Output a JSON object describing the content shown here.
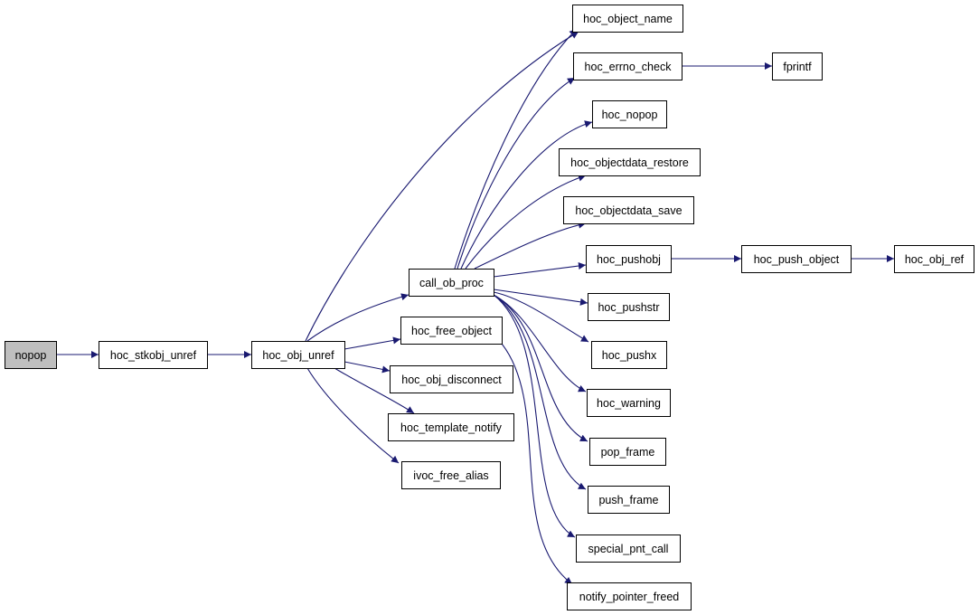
{
  "graph": {
    "edge_color": "#191970",
    "root_fill": "#bfbfbf",
    "nodes": [
      {
        "id": "nopop",
        "label": "nopop",
        "root": true
      },
      {
        "id": "hoc_stkobj_unref",
        "label": "hoc_stkobj_unref"
      },
      {
        "id": "hoc_obj_unref",
        "label": "hoc_obj_unref"
      },
      {
        "id": "call_ob_proc",
        "label": "call_ob_proc"
      },
      {
        "id": "hoc_free_object",
        "label": "hoc_free_object"
      },
      {
        "id": "hoc_obj_disconnect",
        "label": "hoc_obj_disconnect"
      },
      {
        "id": "hoc_template_notify",
        "label": "hoc_template_notify"
      },
      {
        "id": "ivoc_free_alias",
        "label": "ivoc_free_alias"
      },
      {
        "id": "hoc_object_name",
        "label": "hoc_object_name"
      },
      {
        "id": "hoc_errno_check",
        "label": "hoc_errno_check"
      },
      {
        "id": "fprintf",
        "label": "fprintf"
      },
      {
        "id": "hoc_nopop",
        "label": "hoc_nopop"
      },
      {
        "id": "hoc_objectdata_restore",
        "label": "hoc_objectdata_restore"
      },
      {
        "id": "hoc_objectdata_save",
        "label": "hoc_objectdata_save"
      },
      {
        "id": "hoc_pushobj",
        "label": "hoc_pushobj"
      },
      {
        "id": "hoc_push_object",
        "label": "hoc_push_object"
      },
      {
        "id": "hoc_obj_ref",
        "label": "hoc_obj_ref"
      },
      {
        "id": "hoc_pushstr",
        "label": "hoc_pushstr"
      },
      {
        "id": "hoc_pushx",
        "label": "hoc_pushx"
      },
      {
        "id": "hoc_warning",
        "label": "hoc_warning"
      },
      {
        "id": "pop_frame",
        "label": "pop_frame"
      },
      {
        "id": "push_frame",
        "label": "push_frame"
      },
      {
        "id": "special_pnt_call",
        "label": "special_pnt_call"
      },
      {
        "id": "notify_pointer_freed",
        "label": "notify_pointer_freed"
      }
    ],
    "edges": [
      {
        "from": "nopop",
        "to": "hoc_stkobj_unref"
      },
      {
        "from": "hoc_stkobj_unref",
        "to": "hoc_obj_unref"
      },
      {
        "from": "hoc_obj_unref",
        "to": "hoc_object_name"
      },
      {
        "from": "hoc_obj_unref",
        "to": "call_ob_proc"
      },
      {
        "from": "hoc_obj_unref",
        "to": "hoc_free_object"
      },
      {
        "from": "hoc_obj_unref",
        "to": "hoc_obj_disconnect"
      },
      {
        "from": "hoc_obj_unref",
        "to": "hoc_template_notify"
      },
      {
        "from": "hoc_obj_unref",
        "to": "ivoc_free_alias"
      },
      {
        "from": "call_ob_proc",
        "to": "hoc_object_name"
      },
      {
        "from": "call_ob_proc",
        "to": "hoc_errno_check"
      },
      {
        "from": "call_ob_proc",
        "to": "hoc_nopop"
      },
      {
        "from": "call_ob_proc",
        "to": "hoc_objectdata_restore"
      },
      {
        "from": "call_ob_proc",
        "to": "hoc_objectdata_save"
      },
      {
        "from": "call_ob_proc",
        "to": "hoc_pushobj"
      },
      {
        "from": "call_ob_proc",
        "to": "hoc_pushstr"
      },
      {
        "from": "call_ob_proc",
        "to": "hoc_pushx"
      },
      {
        "from": "call_ob_proc",
        "to": "hoc_warning"
      },
      {
        "from": "call_ob_proc",
        "to": "pop_frame"
      },
      {
        "from": "call_ob_proc",
        "to": "push_frame"
      },
      {
        "from": "call_ob_proc",
        "to": "special_pnt_call"
      },
      {
        "from": "hoc_errno_check",
        "to": "fprintf"
      },
      {
        "from": "hoc_pushobj",
        "to": "hoc_push_object"
      },
      {
        "from": "hoc_push_object",
        "to": "hoc_obj_ref"
      },
      {
        "from": "hoc_free_object",
        "to": "notify_pointer_freed"
      }
    ]
  }
}
